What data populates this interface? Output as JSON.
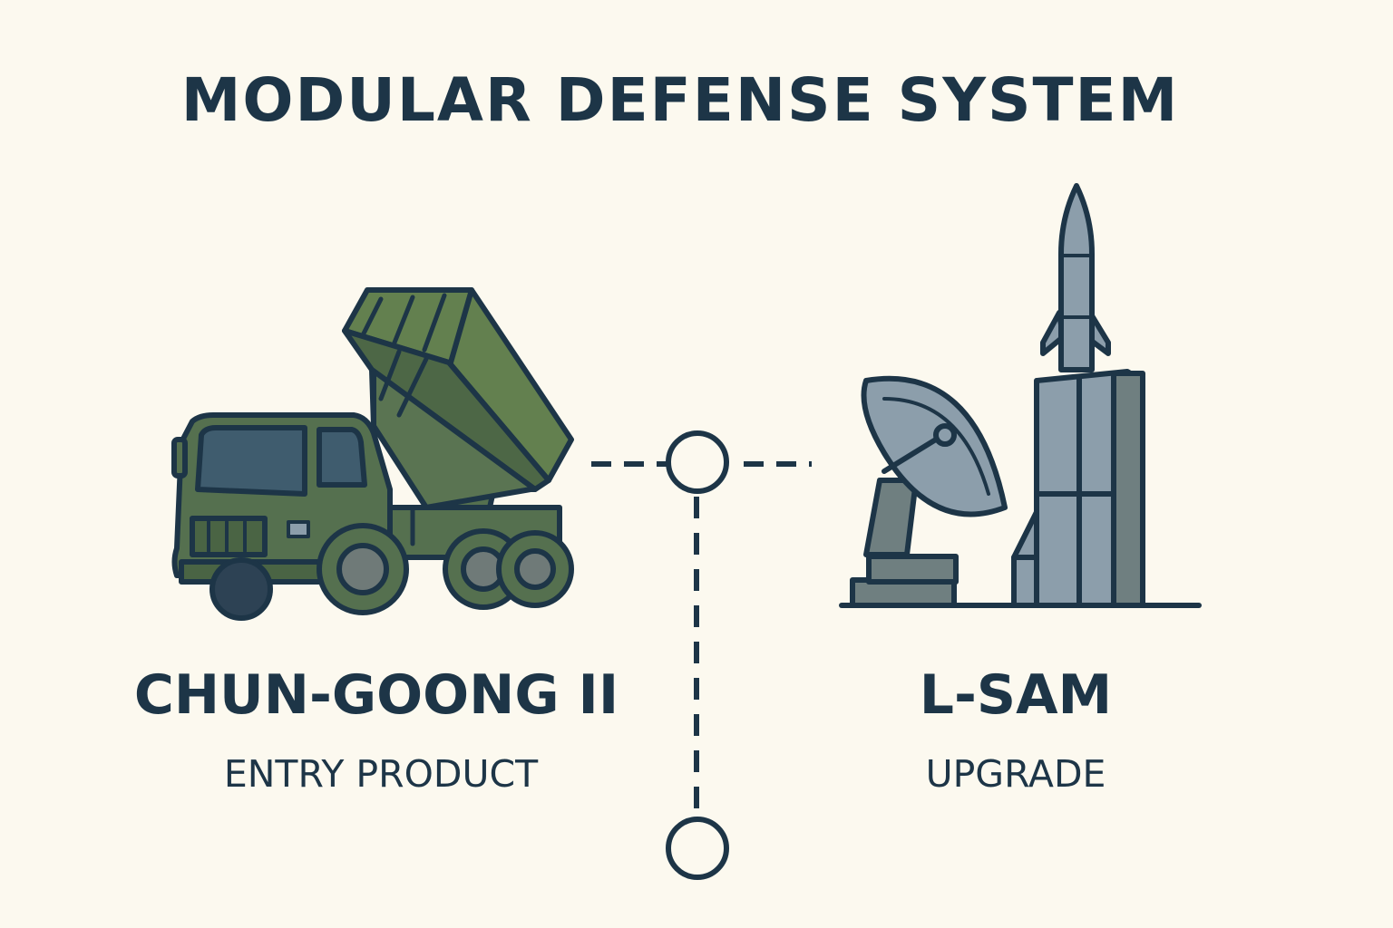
{
  "title": "MODULAR DEFENSE SYSTEM",
  "left_product": {
    "name": "CHUN-GOONG II",
    "tier": "ENTRY PRODUCT",
    "icon": "missile-launcher-truck-icon"
  },
  "right_product": {
    "name": "L-SAM",
    "tier": "UPGRADE",
    "icon": "radar-and-missile-tower-icon"
  },
  "colors": {
    "background": "#fcf9ef",
    "ink": "#1d3547",
    "olive": "#55704f",
    "steel": "#8c9eab"
  }
}
